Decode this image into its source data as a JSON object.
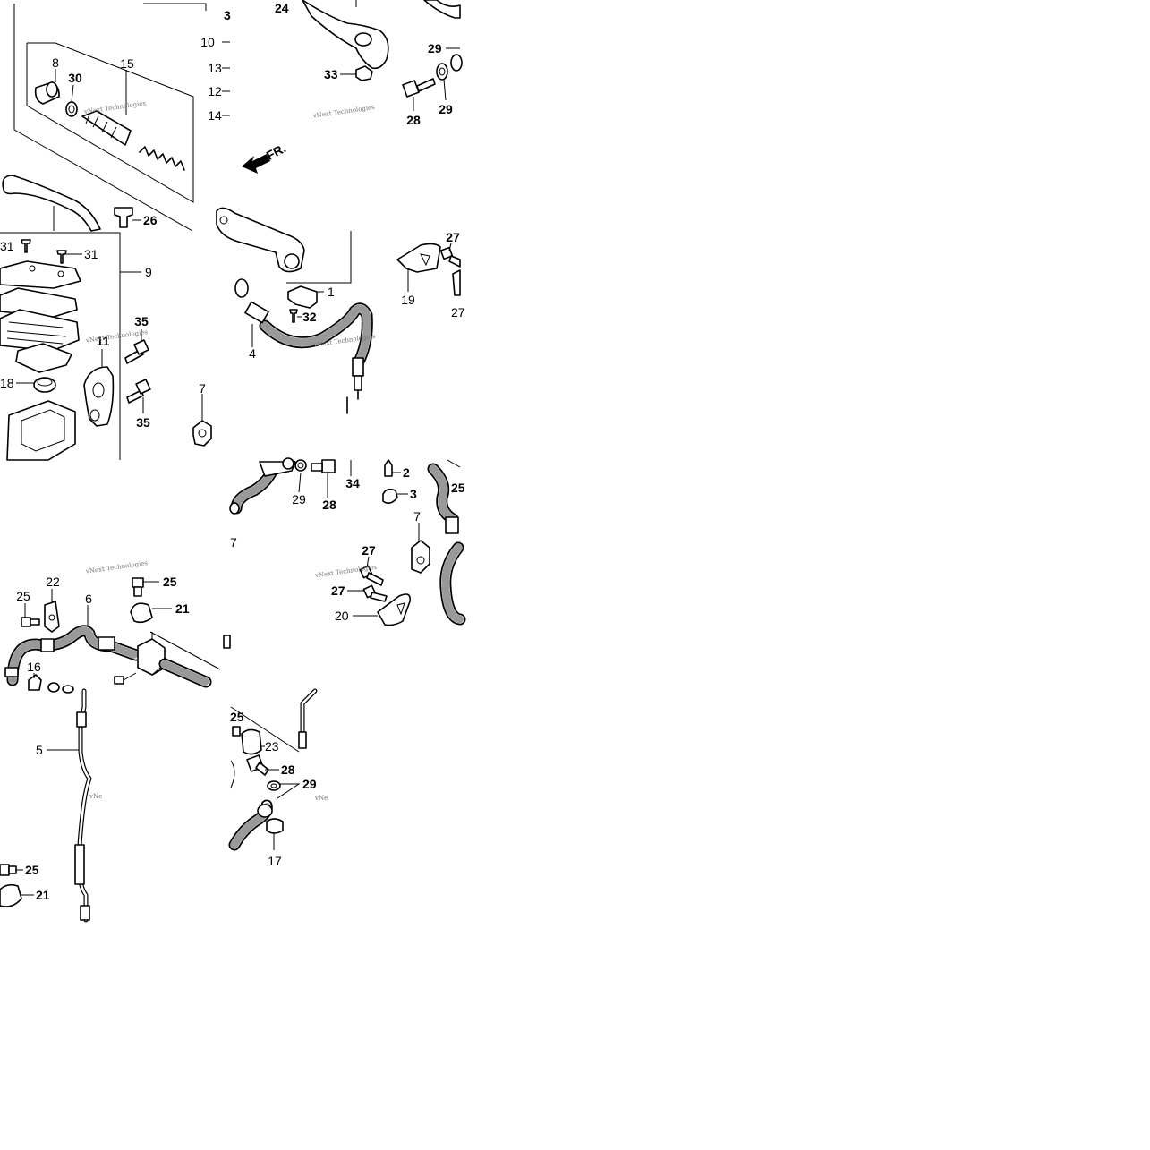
{
  "diagram": {
    "watermark": {
      "line1": "vNext Technologies",
      "line2": "Technologies"
    },
    "direction_label": "FR.",
    "tiles": {
      "tl": {
        "labels": [
          "3",
          "24",
          "10",
          "13",
          "12",
          "14",
          "8",
          "30",
          "15",
          "26",
          "31",
          "31",
          "9",
          "35",
          "11",
          "35",
          "18",
          "7"
        ]
      },
      "tr": {
        "labels": [
          "33",
          "29",
          "28",
          "29",
          "27",
          "19",
          "27",
          "1",
          "32",
          "4"
        ]
      },
      "ml": {
        "labels": [
          "22",
          "25",
          "25",
          "21",
          "6",
          "16"
        ]
      },
      "mr": {
        "labels": [
          "29",
          "28",
          "34",
          "2",
          "3",
          "25",
          "7",
          "27",
          "27",
          "20",
          "7"
        ]
      },
      "bl": {
        "labels": [
          "5",
          "25",
          "21"
        ]
      },
      "br": {
        "labels": [
          "25",
          "23",
          "28",
          "29",
          "17"
        ]
      }
    }
  }
}
